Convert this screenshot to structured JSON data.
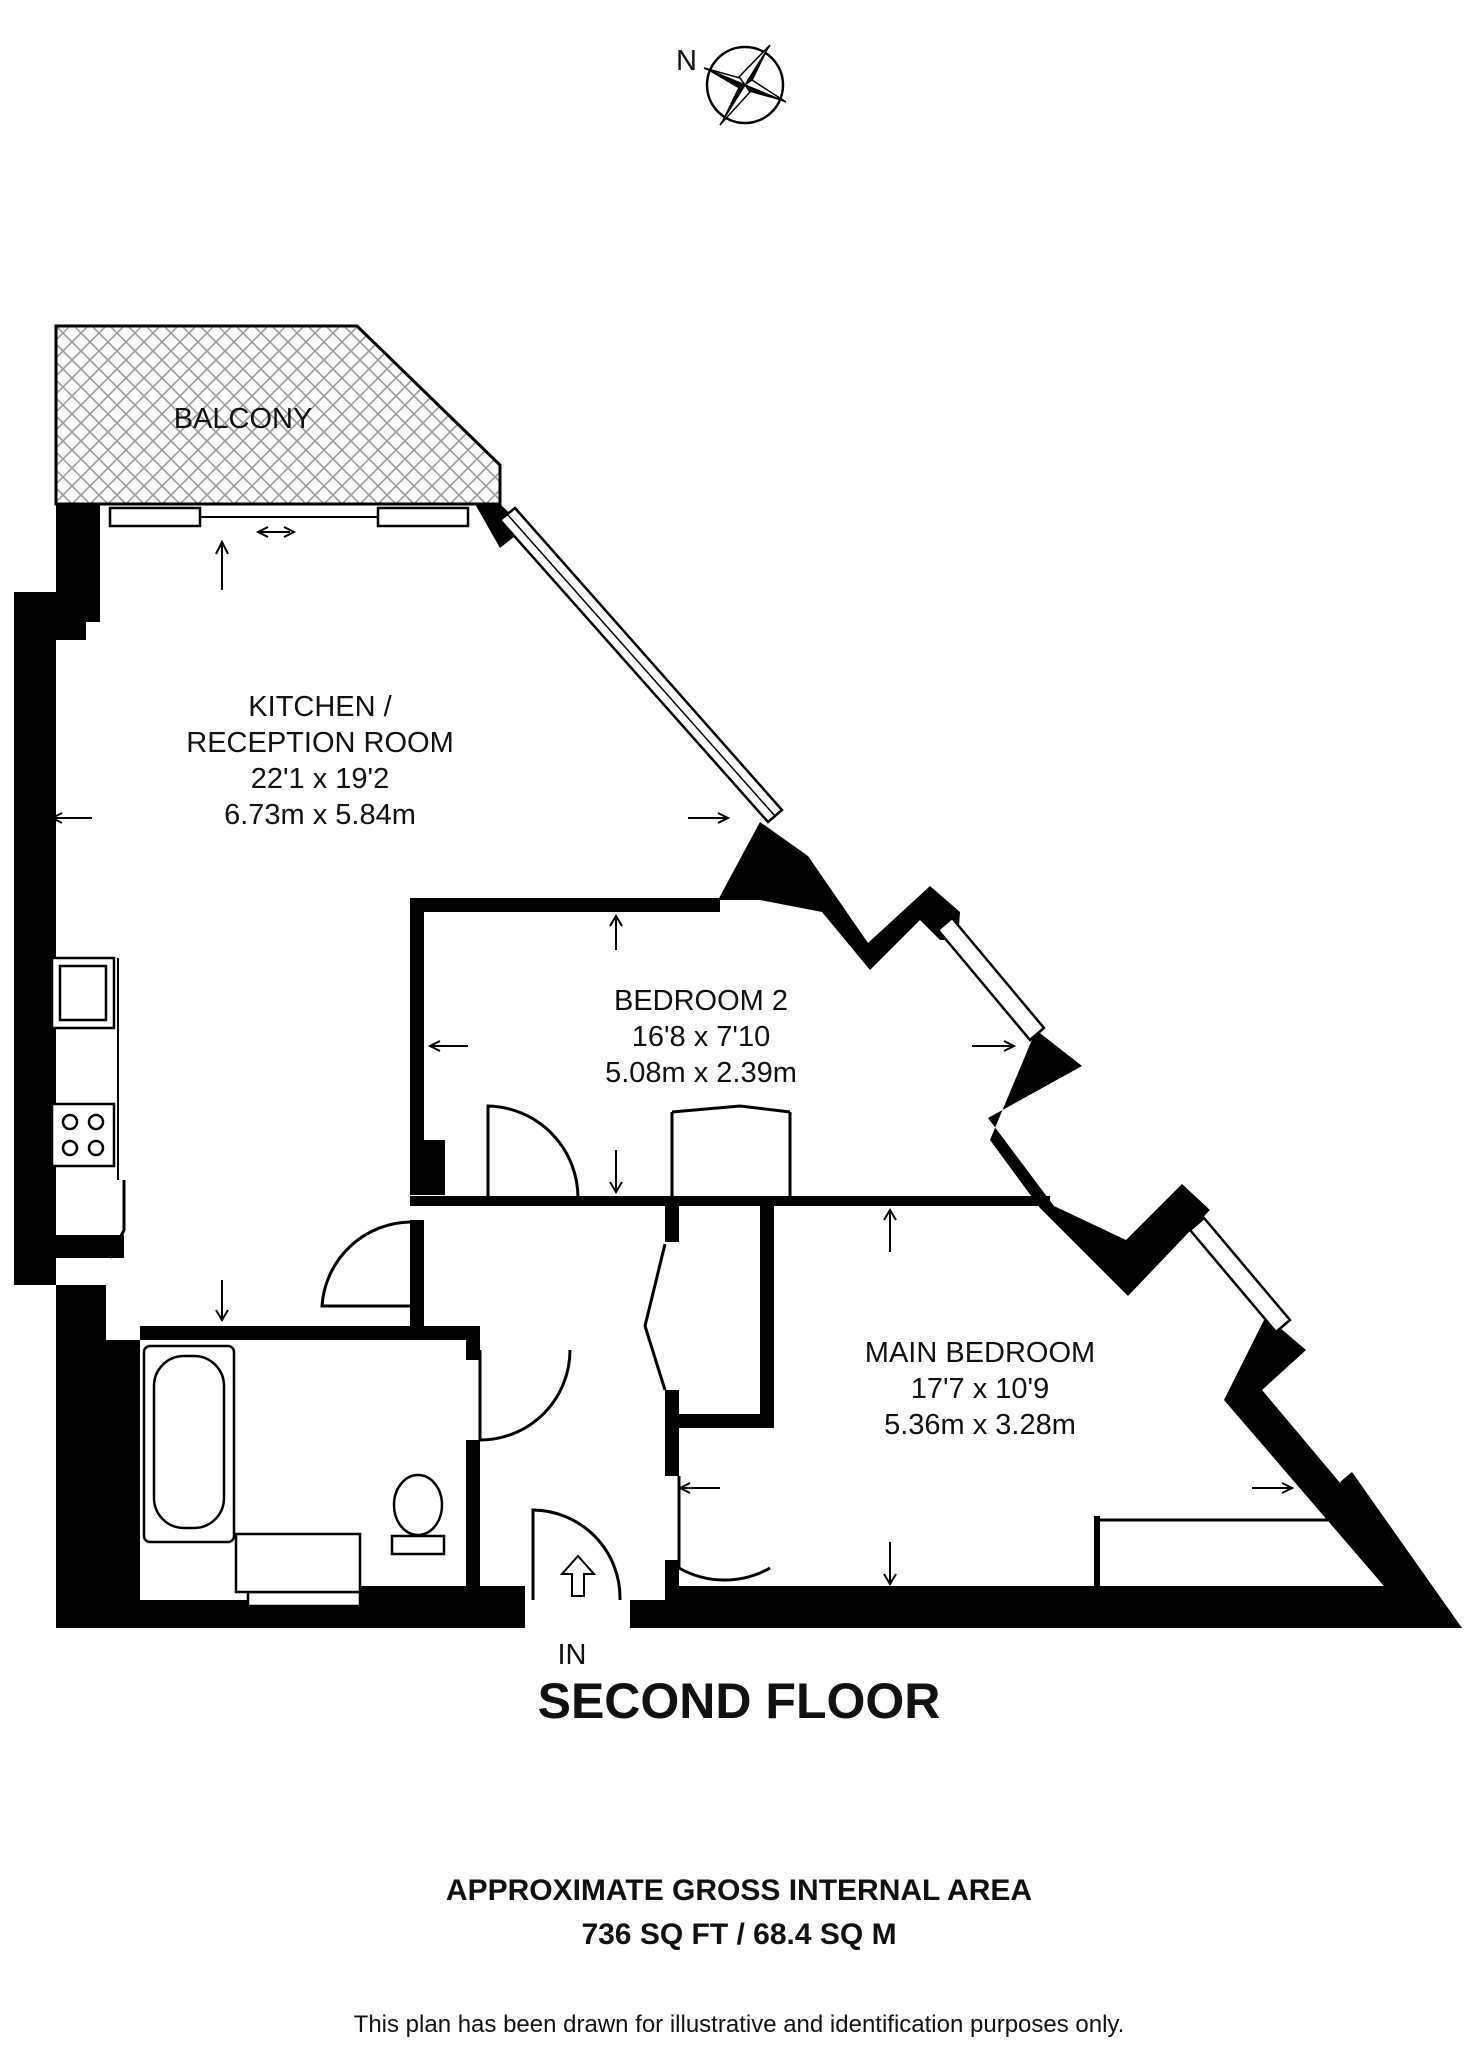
{
  "compass": {
    "letter": "N",
    "icon": "compass-rose-icon"
  },
  "rooms": {
    "balcony": {
      "name": "BALCONY"
    },
    "kitchen": {
      "line1": "KITCHEN /",
      "line2": "RECEPTION ROOM",
      "imperial": "22'1 x 19'2",
      "metric": "6.73m x 5.84m"
    },
    "bedroom2": {
      "name": "BEDROOM 2",
      "imperial": "16'8 x 7'10",
      "metric": "5.08m x 2.39m"
    },
    "main_bedroom": {
      "name": "MAIN BEDROOM",
      "imperial": "17'7 x 10'9",
      "metric": "5.36m x 3.28m"
    }
  },
  "entrance": {
    "label": "IN"
  },
  "floor": {
    "title": "SECOND FLOOR"
  },
  "area": {
    "heading": "APPROXIMATE GROSS INTERNAL AREA",
    "value": "736 SQ FT / 68.4 SQ M"
  },
  "disclaimer": "This plan has been drawn for illustrative and identification purposes only."
}
